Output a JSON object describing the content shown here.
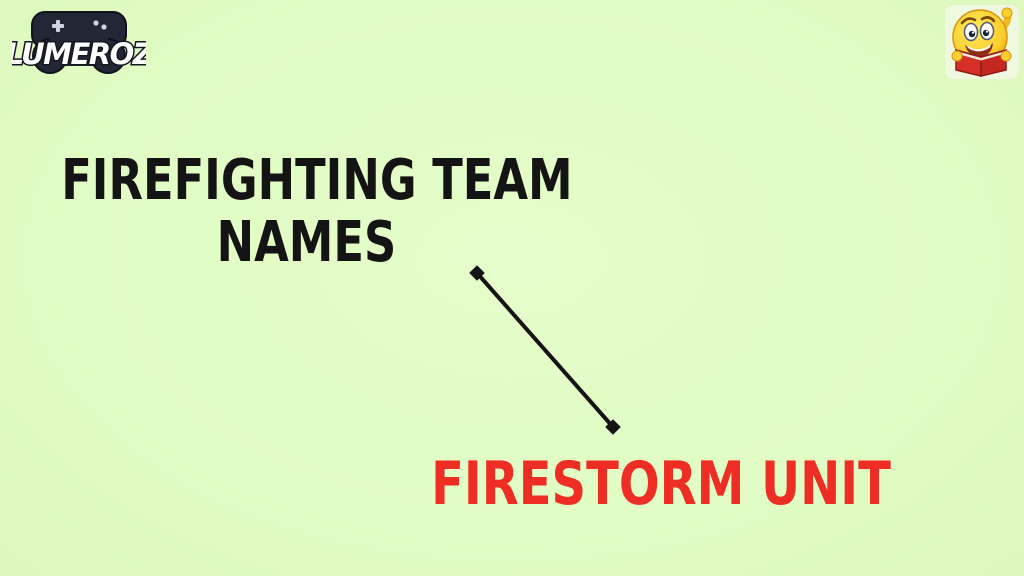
{
  "page": {
    "background_color": "#e1fcc4"
  },
  "branding": {
    "logo_text": "LUMEROZ",
    "logo_body_color": "#232735",
    "logo_text_color": "#ffffff",
    "mascot_icon": "smiley-reading-red-book-icon"
  },
  "heading": {
    "line1": "FIREFIGHTING TEAM",
    "line2": "NAMES",
    "color": "#141414"
  },
  "connector": {
    "color": "#141414"
  },
  "team_name": {
    "label": "FIRESTORM UNIT",
    "color": "#ee2d24"
  }
}
